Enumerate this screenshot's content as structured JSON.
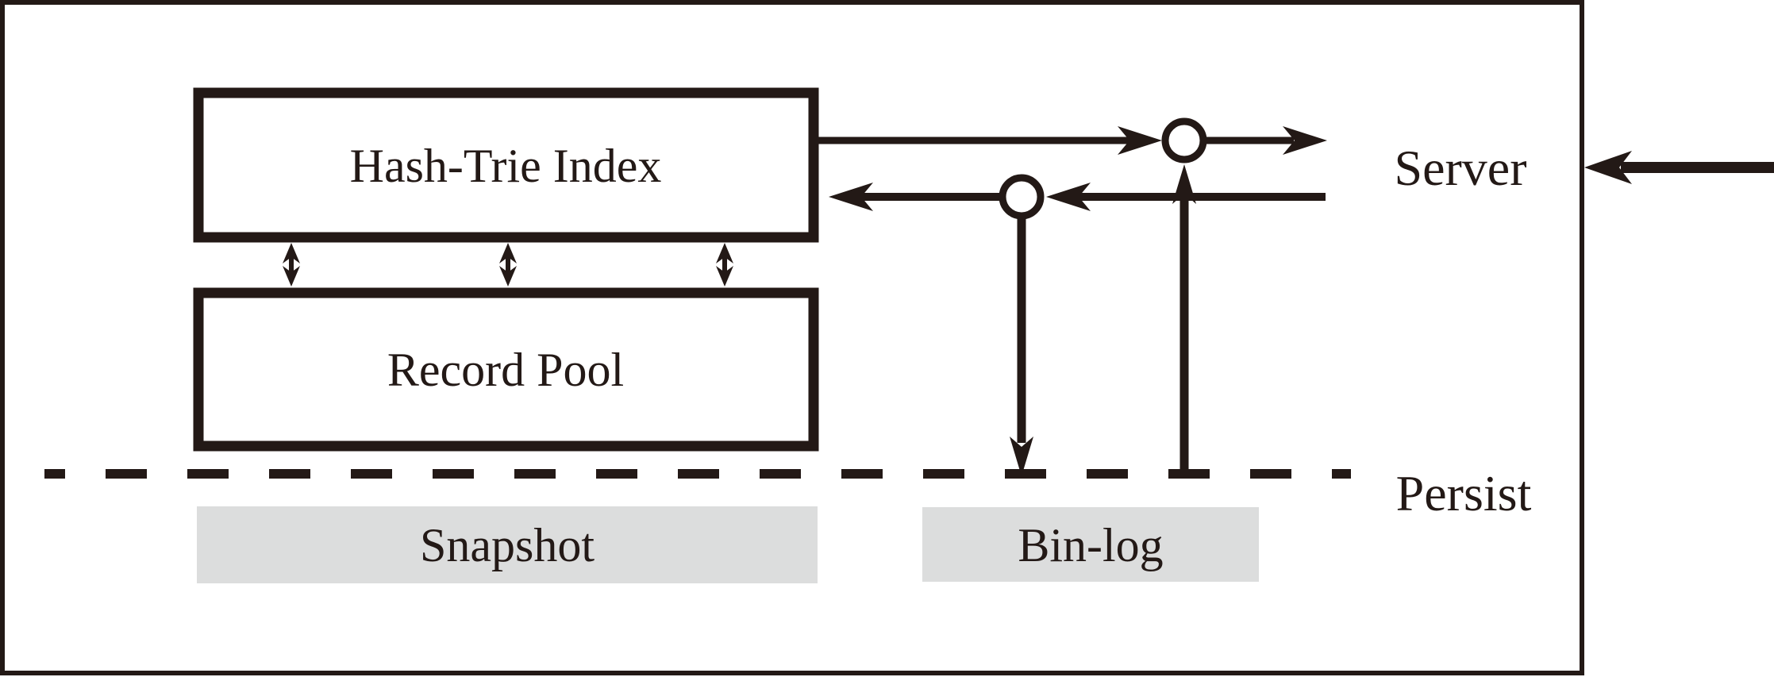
{
  "diagram": {
    "nodes": {
      "hash_trie_index": {
        "label": "Hash-Trie Index"
      },
      "record_pool": {
        "label": "Record Pool"
      },
      "snapshot": {
        "label": "Snapshot"
      },
      "bin_log": {
        "label": "Bin-log"
      }
    },
    "labels": {
      "server": "Server",
      "persist": "Persist"
    },
    "icons": {
      "connector_circle": "flow-junction-circle",
      "arrowhead": "stealth-arrowhead"
    },
    "colors": {
      "ink": "#231916",
      "node_fill": "#ffffff",
      "storage_fill": "#dcdddd",
      "background": "#ffffff"
    }
  }
}
